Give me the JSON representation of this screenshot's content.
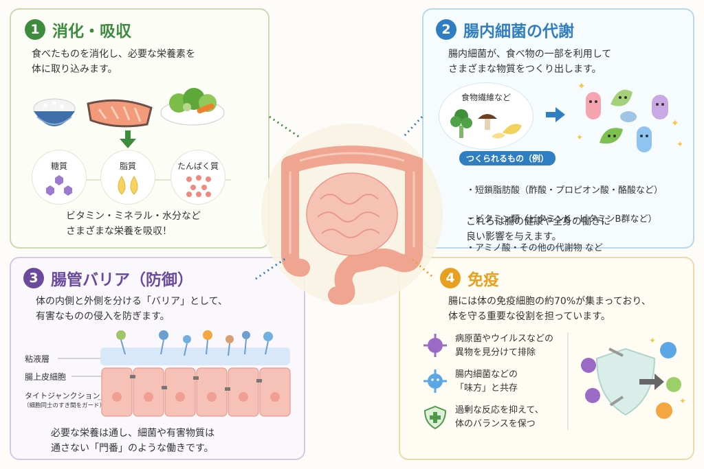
{
  "panel1": {
    "number": "1",
    "title": "消化・吸収",
    "description": "食べたものを消化し、必要な栄養素を\n体に取り込みます。",
    "nutrients": [
      {
        "label": "糖質"
      },
      {
        "label": "脂質"
      },
      {
        "label": "たんぱく質"
      }
    ],
    "footer": "ビタミン・ミネラル・水分など\nさまざまな栄養を吸収！",
    "color": "#3d8b3d"
  },
  "panel2": {
    "number": "2",
    "title": "腸内細菌の代謝",
    "description": "腸内細菌が、食べ物の一部を利用して\nさまざまな物質をつくり出します。",
    "input_label": "食物繊維など",
    "products_label": "つくられるもの（例）",
    "products": [
      "・短鎖脂肪酸（酢酸・プロピオン酸・酪酸など）",
      "・ビタミン類（ビタミンK・ビタミンB群など）",
      "・アミノ酸・その他の代謝物 など"
    ],
    "footer": "これらは腸の健康や全身の働きに\n良い影響を与えます。",
    "color": "#2f7ec2"
  },
  "panel3": {
    "number": "3",
    "title": "腸管バリア（防御）",
    "description": "体の内側と外側を分ける「バリア」として、\n有害なものの侵入を防ぎます。",
    "labels": {
      "mucus": "粘液層",
      "epithelium": "腸上皮細胞",
      "tight_junction": "タイトジャンクション",
      "tight_junction_note": "（細胞同士のすき間をガード）"
    },
    "footer": "必要な栄養は通し、細菌や有害物質は\n通さない「門番」のような働きです。",
    "color": "#6a4a9c"
  },
  "panel4": {
    "number": "4",
    "title": "免疫",
    "description": "腸には体の免疫細胞の約70%が集まっており、\n体を守る重要な役割を担っています。",
    "items": [
      {
        "text": "病原菌やウイルスなどの\n異物を見分けて排除"
      },
      {
        "text": "腸内細菌などの\n「味方」と共存"
      },
      {
        "text": "過剰な反応を抑えて、\n体のバランスを保つ"
      }
    ],
    "color": "#e8a020"
  }
}
